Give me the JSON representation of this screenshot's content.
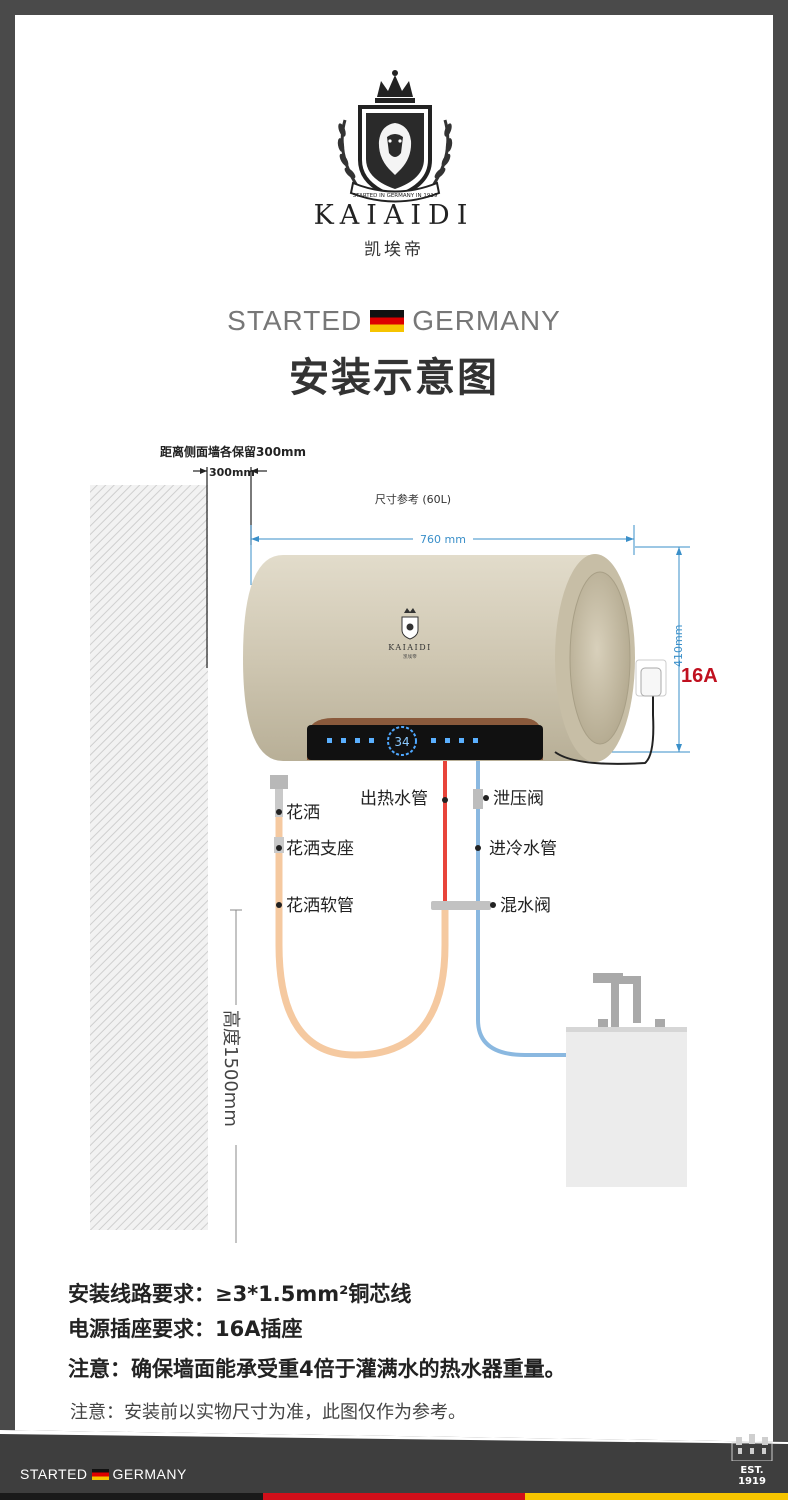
{
  "brand": {
    "name": "KAIAIDI",
    "name_cn": "凯埃帝",
    "logo_ribbon": "STARTED IN GERMANY IN 1919"
  },
  "header": {
    "started_left": "STARTED",
    "started_right": "GERMANY",
    "title": "安装示意图"
  },
  "diagram": {
    "side_clearance_note": "距离侧面墙各保留300mm",
    "side_clearance": "300mm",
    "size_reference": "尺寸参考 (60L)",
    "width_dim": "760 mm",
    "height_dim": "410mm",
    "socket_rating": "16A",
    "heater_brand": "KAIAIDI",
    "heater_brand_cn": "凯埃帝",
    "display_temp": "34",
    "height_from_floor": "高度1500mm",
    "labels": {
      "shower_head": "花洒",
      "shower_holder": "花洒支座",
      "shower_hose": "花洒软管",
      "hot_out": "出热水管",
      "pressure_valve": "泄压阀",
      "cold_in": "进冷水管",
      "mixing_valve": "混水阀"
    }
  },
  "requirements": {
    "wiring": "安装线路要求：≥3*1.5mm²铜芯线",
    "socket": "电源插座要求：16A插座",
    "attention": "注意：确保墙面能承受重4倍于灌满水的热水器重量。",
    "disclaimer": "注意：安装前以实物尺寸为准，此图仅作为参考。"
  },
  "footer": {
    "started_left": "STARTED",
    "started_right": "GERMANY",
    "est": "EST. 1919"
  },
  "colors": {
    "hot_pipe": "#e8443a",
    "cold_pipe": "#8ab8e0",
    "shower_hose": "#f5c9a0",
    "heater_body": "#cfc7b2",
    "dimension_line": "#3a8fc9",
    "socket_rating": "#c0101f",
    "footer_bg": "#3e3e3e"
  }
}
